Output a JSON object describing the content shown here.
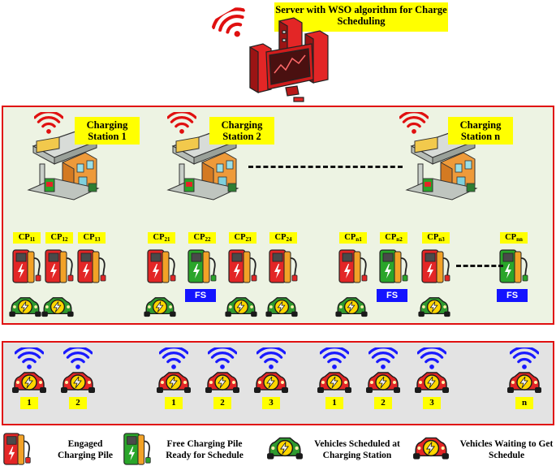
{
  "server": {
    "label": "Server with WSO algorithm for Charge Scheduling"
  },
  "stations": [
    {
      "label": "Charging Station 1"
    },
    {
      "label": "Charging Station 2"
    },
    {
      "label": "Charging Station n"
    }
  ],
  "piles": [
    {
      "base": "CP",
      "sub": "11",
      "state": "engaged"
    },
    {
      "base": "CP",
      "sub": "12",
      "state": "engaged"
    },
    {
      "base": "CP",
      "sub": "13",
      "state": "engaged"
    },
    {
      "base": "CP",
      "sub": "21",
      "state": "engaged"
    },
    {
      "base": "CP",
      "sub": "22",
      "state": "free",
      "badge": "FS"
    },
    {
      "base": "CP",
      "sub": "23",
      "state": "engaged"
    },
    {
      "base": "CP",
      "sub": "24",
      "state": "engaged"
    },
    {
      "base": "CP",
      "sub": "n1",
      "state": "engaged"
    },
    {
      "base": "CP",
      "sub": "n2",
      "state": "free",
      "badge": "FS"
    },
    {
      "base": "CP",
      "sub": "n3",
      "state": "engaged"
    },
    {
      "base": "CP",
      "sub": "nn",
      "state": "free",
      "badge": "FS"
    }
  ],
  "waiting_vehicles": [
    "1",
    "2",
    "1",
    "2",
    "3",
    "1",
    "2",
    "3",
    "n"
  ],
  "legend": [
    {
      "icon": "engaged-pile",
      "text": "Engaged Charging Pile"
    },
    {
      "icon": "free-pile",
      "text": "Free Charging Pile Ready for Schedule"
    },
    {
      "icon": "scheduled-vehicle",
      "text": "Vehicles Scheduled at Charging Station"
    },
    {
      "icon": "waiting-vehicle",
      "text": "Vehicles Waiting to Get Schedule"
    }
  ],
  "colors": {
    "engaged": "#e32626",
    "free": "#2aa52a",
    "scheduled_vehicle": "#2f9a2f",
    "waiting_vehicle": "#e32626",
    "label_bg": "#ffff00",
    "fs_badge": "#1414ff",
    "wifi_red": "#e01010",
    "wifi_blue": "#1a1aff",
    "panel_border": "#e01010"
  }
}
